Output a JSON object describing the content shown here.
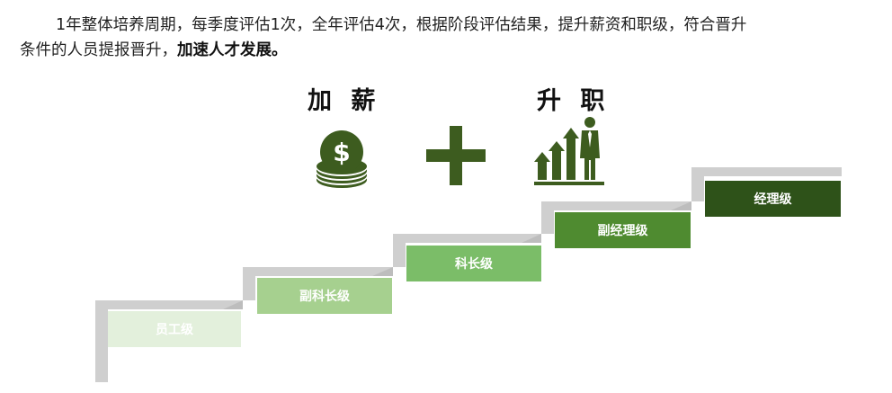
{
  "intro": {
    "line1": "1年整体培养周期，每季度评估1次，全年评估4次，根据阶段评估结果，提升薪资和职级，符合晋升",
    "line2_normal": "条件的人员提报晋升，",
    "line2_bold": "加速人才发展。"
  },
  "headings": {
    "raise_label": "加 薪",
    "promote_label": "升 职"
  },
  "icons": {
    "raise": "dollar-coin-stack-icon",
    "plus": "plus-icon",
    "promote": "growth-bars-businessman-icon"
  },
  "steps": [
    {
      "label": "员工级",
      "color": "#e3f0dc"
    },
    {
      "label": "副科长级",
      "color": "#a6d08f"
    },
    {
      "label": "科长级",
      "color": "#7bbd68"
    },
    {
      "label": "副经理级",
      "color": "#4f8b30"
    },
    {
      "label": "经理级",
      "color": "#2e5219"
    }
  ],
  "colors": {
    "icon_green": "#3d5c1f",
    "stair_gray": "#cfcfcf",
    "stair_gray_dark": "#bdbdbd"
  }
}
